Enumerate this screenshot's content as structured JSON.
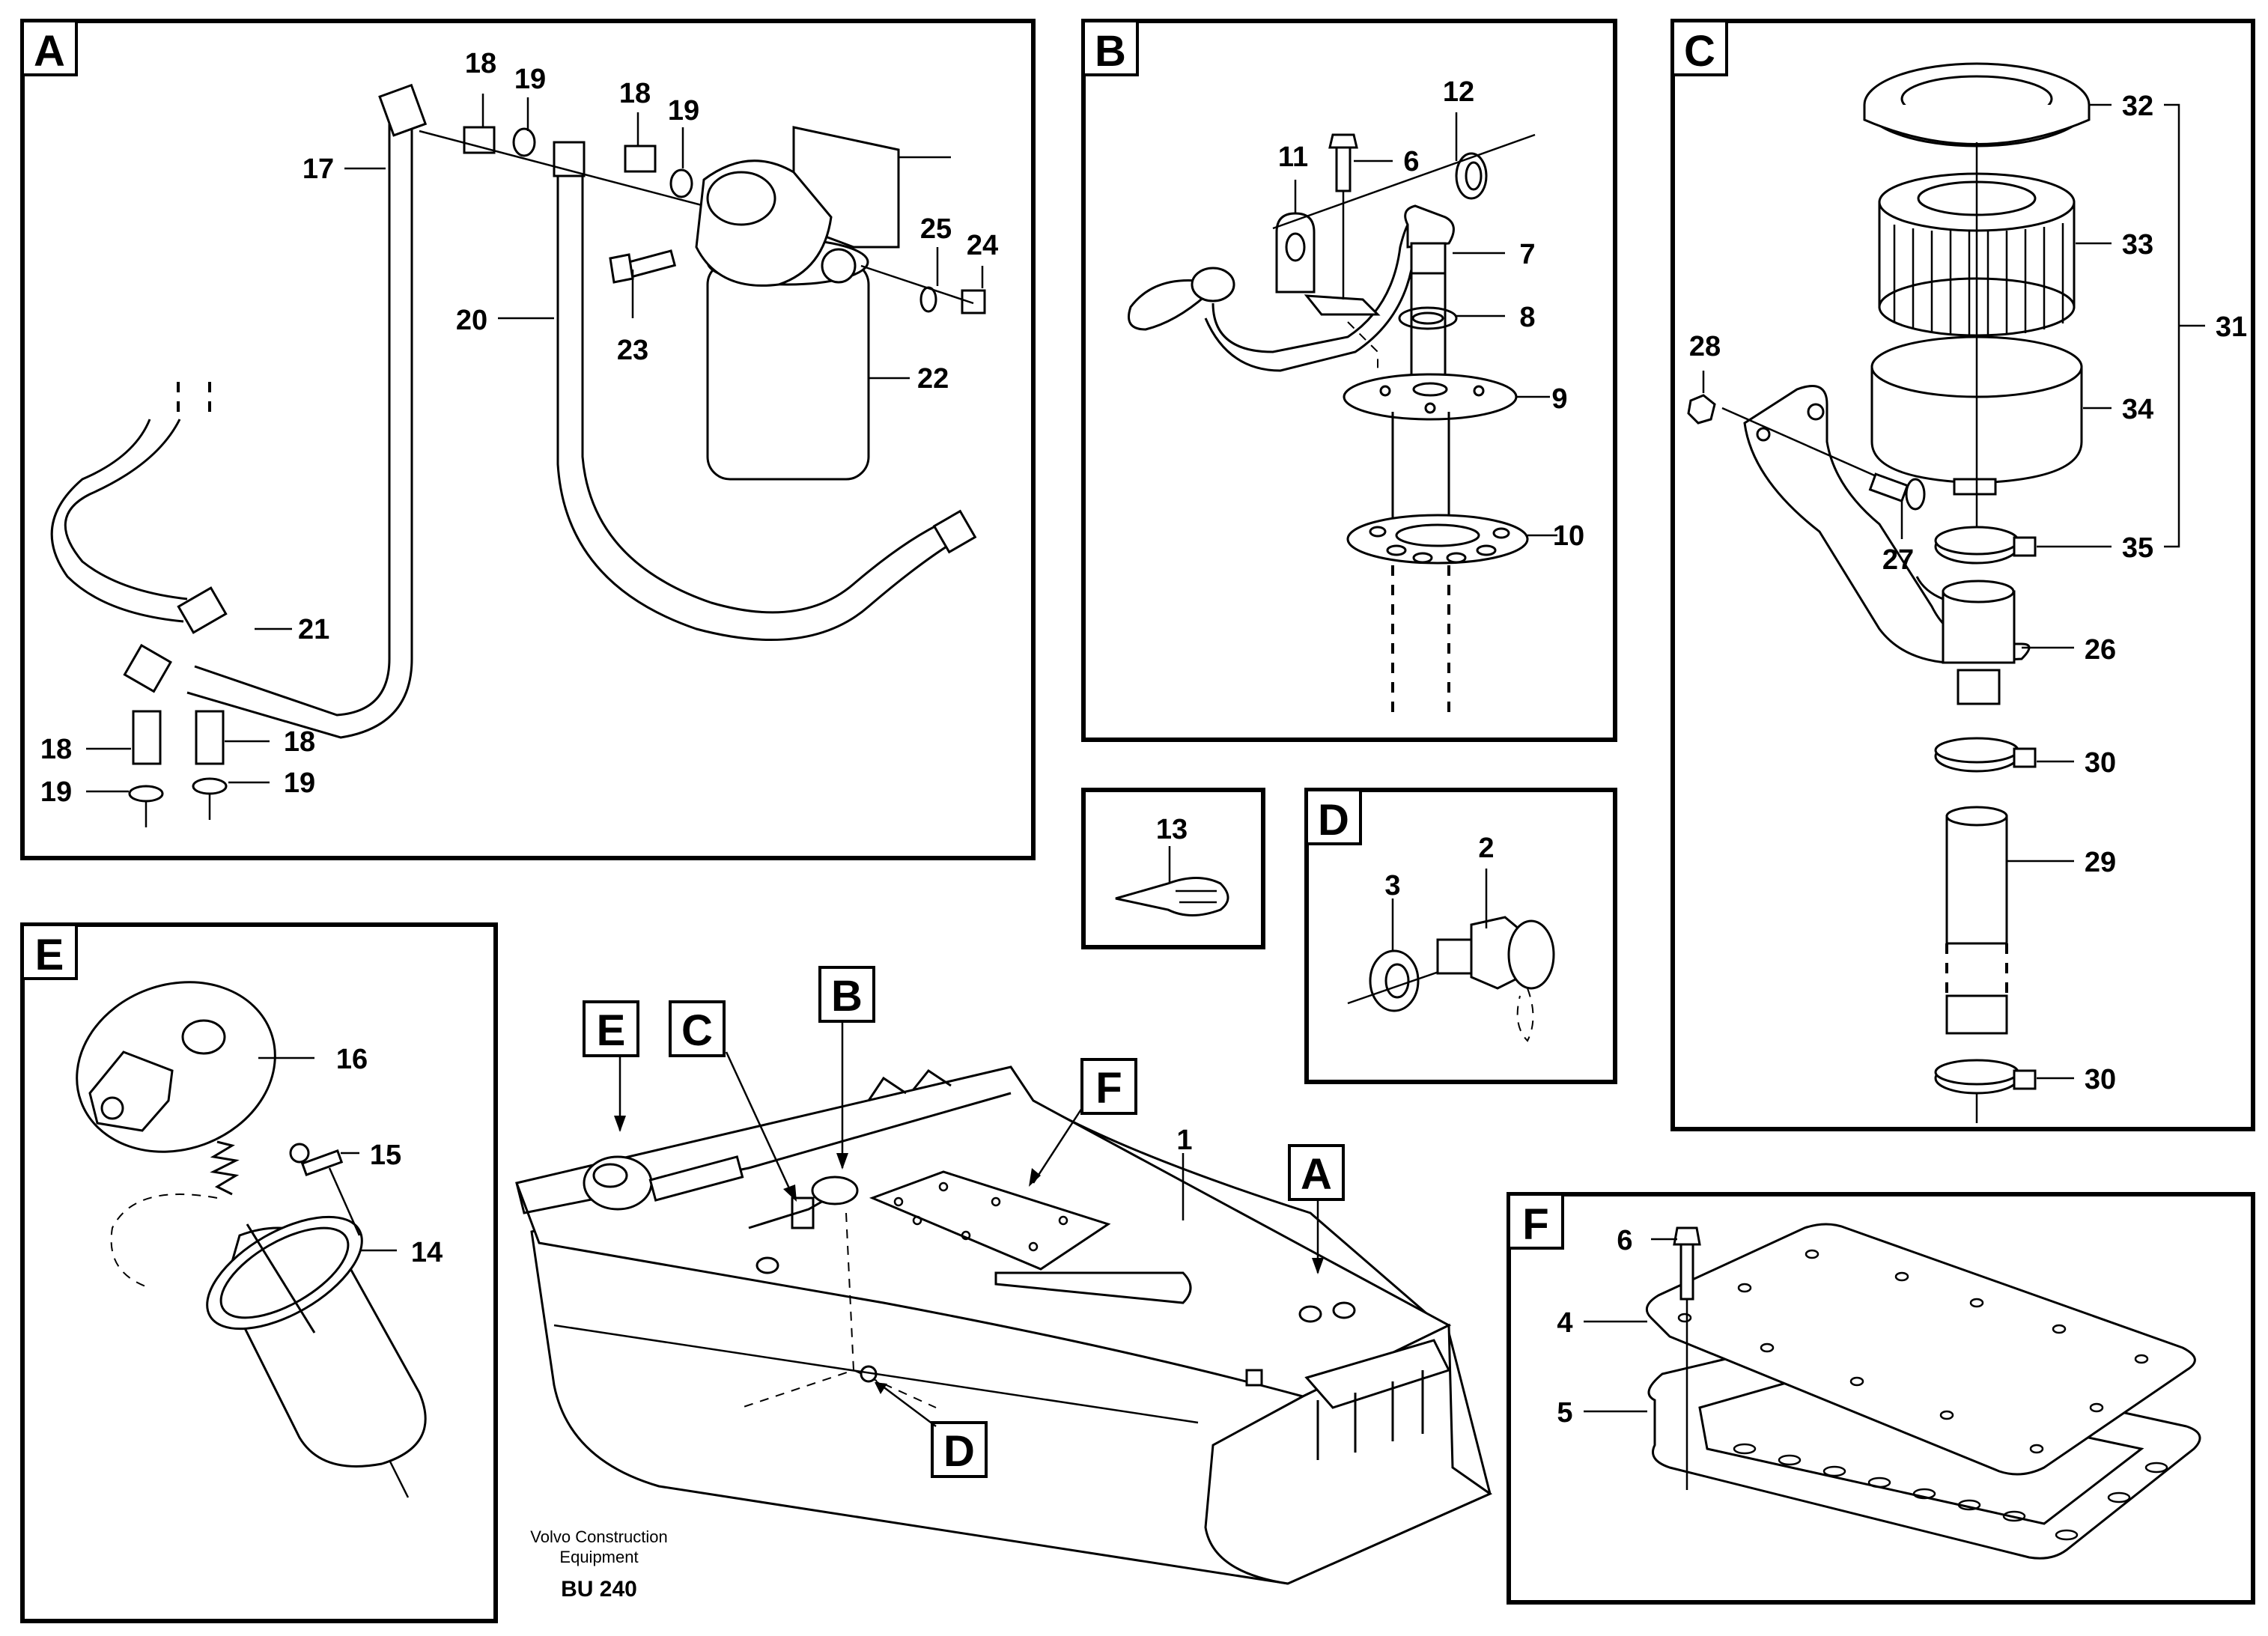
{
  "panels": {
    "A": {
      "letter": "A",
      "callouts": [
        "17",
        "18",
        "19",
        "18",
        "19",
        "20",
        "21",
        "22",
        "23",
        "24",
        "25",
        "18",
        "18",
        "19",
        "19"
      ]
    },
    "B": {
      "letter": "B",
      "callouts": [
        "6",
        "7",
        "8",
        "9",
        "10",
        "11",
        "12"
      ]
    },
    "C": {
      "letter": "C",
      "callouts": [
        "26",
        "27",
        "28",
        "29",
        "30",
        "30",
        "31",
        "32",
        "33",
        "34",
        "35"
      ]
    },
    "D": {
      "letter": "D",
      "callouts": [
        "2",
        "3"
      ]
    },
    "E": {
      "letter": "E",
      "callouts": [
        "14",
        "15",
        "16"
      ]
    },
    "F": {
      "letter": "F",
      "callouts": [
        "4",
        "5",
        "6"
      ]
    },
    "loose": {
      "callout": "13"
    },
    "main": {
      "callout": "1",
      "markers": [
        "E",
        "C",
        "B",
        "F",
        "A",
        "D"
      ]
    }
  },
  "footer": {
    "company_line1": "Volvo Construction",
    "company_line2": "Equipment",
    "code": "BU 240"
  }
}
